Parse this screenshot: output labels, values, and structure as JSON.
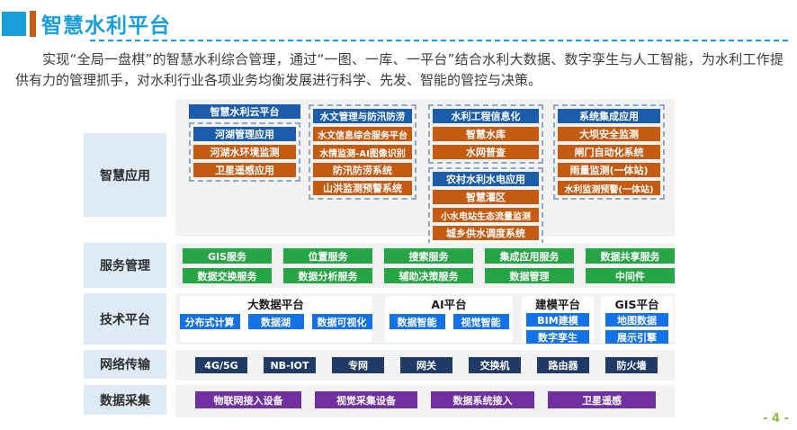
{
  "header": {
    "title": "智慧水利平台",
    "intro": "实现“全局一盘棋”的智慧水利综合管理，通过“一图、一库、一平台”结合水利大数据、数字孪生与人工智能，为水利工作提供有力的管理抓手，对水利行业各项业务均衡发展进行科学、先发、智能的管控与决策。"
  },
  "colors": {
    "title_blue": "#189FDB",
    "accent_orange": "#C55A11",
    "header_box_blue": "#1B5CAC",
    "app_box_orange": "#C55A11",
    "service_green": "#26A544",
    "tech_blue": "#1471E6",
    "network_navy": "#203A66",
    "collect_purple": "#7030A0",
    "label_bg": "#DEEAF6",
    "band_bg": "#F2F2F2",
    "page_number_green": "#8FBC4F"
  },
  "layers": {
    "apps": {
      "label": "智慧应用",
      "col1": {
        "header": "智慧水利云平台",
        "group_header": "河湖管理应用",
        "items": [
          "河湖水环境监测",
          "卫星遥感应用"
        ]
      },
      "col2": {
        "header": "水文管理与防汛防涝",
        "items": [
          "水文信息综合服务平台",
          "水情监测-AI图像识别",
          "防汛防涝系统",
          "山洪监测预警系统"
        ]
      },
      "col3": {
        "group1": {
          "header": "水利工程信息化",
          "items": [
            "智慧水库",
            "水网普查"
          ]
        },
        "group2": {
          "header": "农村水利水电应用",
          "items": [
            "智慧灌区",
            "小水电站生态流量监测",
            "城乡供水调度系统"
          ]
        }
      },
      "col4": {
        "header": "系统集成应用",
        "items": [
          "大坝安全监测",
          "闸门自动化系统",
          "雨量监测(一体站)",
          "水利监测预警(一体站)"
        ]
      }
    },
    "services": {
      "label": "服务管理",
      "row1": [
        "GIS服务",
        "位置服务",
        "搜索服务",
        "集成应用服务",
        "数据共享服务"
      ],
      "row2": [
        "数据交换服务",
        "数据分析服务",
        "辅助决策服务",
        "数据管理",
        "中间件"
      ]
    },
    "tech": {
      "label": "技术平台",
      "platforms": [
        {
          "title": "大数据平台",
          "items": [
            "分布式计算",
            "数据湖",
            "数据可视化"
          ]
        },
        {
          "title": "AI平台",
          "items": [
            "数据智能",
            "视觉智能"
          ]
        },
        {
          "title": "建模平台",
          "items": [
            "BIM建模",
            "数字孪生"
          ]
        },
        {
          "title": "GIS平台",
          "items": [
            "地图数据",
            "展示引擎"
          ]
        }
      ]
    },
    "network": {
      "label": "网络传输",
      "items": [
        "4G/5G",
        "NB-IOT",
        "专网",
        "网关",
        "交换机",
        "路由器",
        "防火墙"
      ]
    },
    "collect": {
      "label": "数据采集",
      "items": [
        "物联网接入设备",
        "视觉采集设备",
        "数据系统接入",
        "卫星遥感"
      ]
    }
  },
  "footer": {
    "page_number": "- 4 -"
  }
}
